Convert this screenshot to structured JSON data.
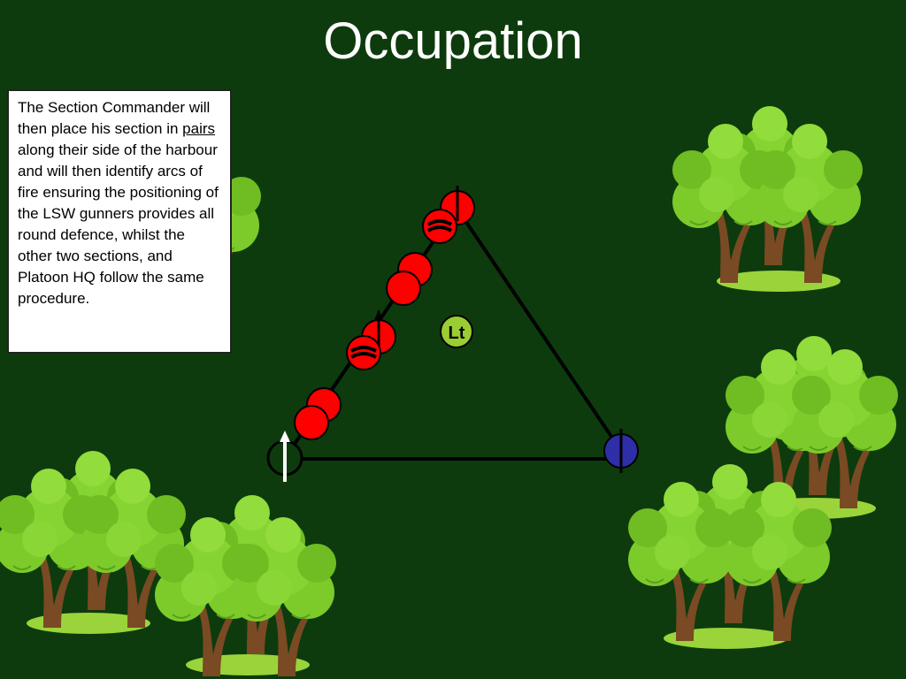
{
  "slide": {
    "title": "Occupation",
    "note": {
      "before": "The Section Commander will then place his section in ",
      "emphasis": "pairs",
      "after": " along their side of the harbour and will then identify arcs of fire ensuring the positioning of the LSW gunners provides all round defence, whilst the other two sections, and Platoon HQ follow the same procedure."
    }
  },
  "diagram": {
    "platoon_commander_label": "Lt",
    "colors": {
      "background": "#0d3b0d",
      "section_pair": "#ff0000",
      "platoon_sergeant": "#2e2ea8",
      "platoon_commander": "#9acd32",
      "harbour_line": "#000000",
      "foliage": "#7ccb2a",
      "trunk": "#7a4a24"
    },
    "icons": [
      "tree-icon",
      "lsw-gunner-icon",
      "arc-arrow-icon"
    ]
  }
}
